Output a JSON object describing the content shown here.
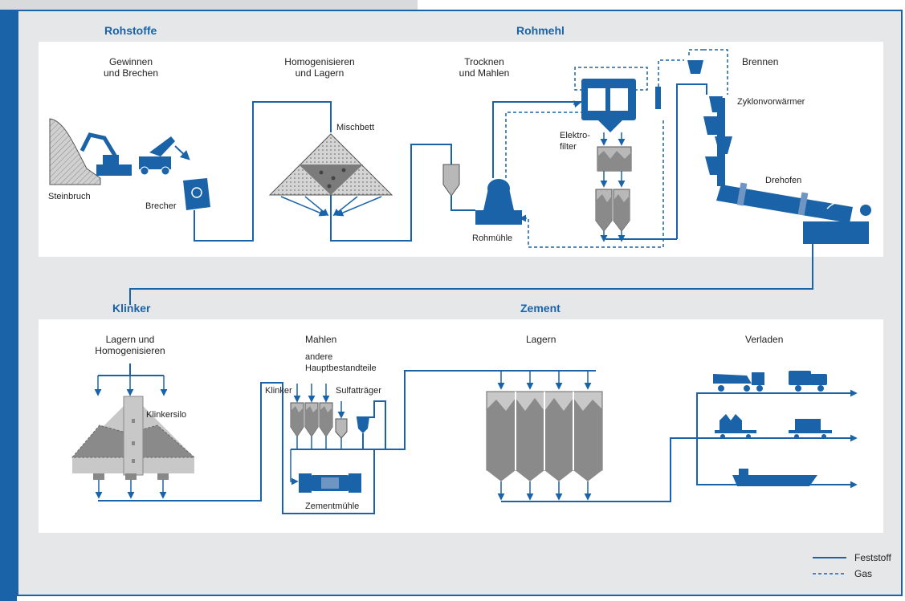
{
  "colors": {
    "flow_blue": "#1b63a8",
    "panel_grey": "#e6e7e8",
    "silo_grey": "#b8b8b8"
  },
  "sections": {
    "rohstoffe": "Rohstoffe",
    "rohmehl": "Rohmehl",
    "klinker": "Klinker",
    "zement": "Zement"
  },
  "steps_top": {
    "gewinnen": [
      "Gewinnen",
      "und Brechen"
    ],
    "homogenisieren": [
      "Homogenisieren",
      "und Lagern"
    ],
    "trocknen": [
      "Trocknen",
      "und Mahlen"
    ],
    "brennen": "Brennen"
  },
  "labels_top": {
    "steinbruch": "Steinbruch",
    "brecher": "Brecher",
    "mischbett": "Mischbett",
    "rohmuehle": "Rohmühle",
    "elektrofilter": [
      "Elektro-",
      "filter"
    ],
    "zyklon": "Zyklonvorwärmer",
    "drehofen": "Drehofen"
  },
  "steps_bottom": {
    "lagern_homog": [
      "Lagern und",
      "Homogenisieren"
    ],
    "mahlen": "Mahlen",
    "lagern": "Lagern",
    "verladen": "Verladen"
  },
  "labels_bottom": {
    "klinkersilo": "Klinkersilo",
    "andere": [
      "andere",
      "Hauptbestandteile"
    ],
    "klinker": "Klinker",
    "sulfattraeger": "Sulfatträger",
    "zementmuehle": "Zementmühle"
  },
  "legend": {
    "feststoff": "Feststoff",
    "gas": "Gas"
  }
}
